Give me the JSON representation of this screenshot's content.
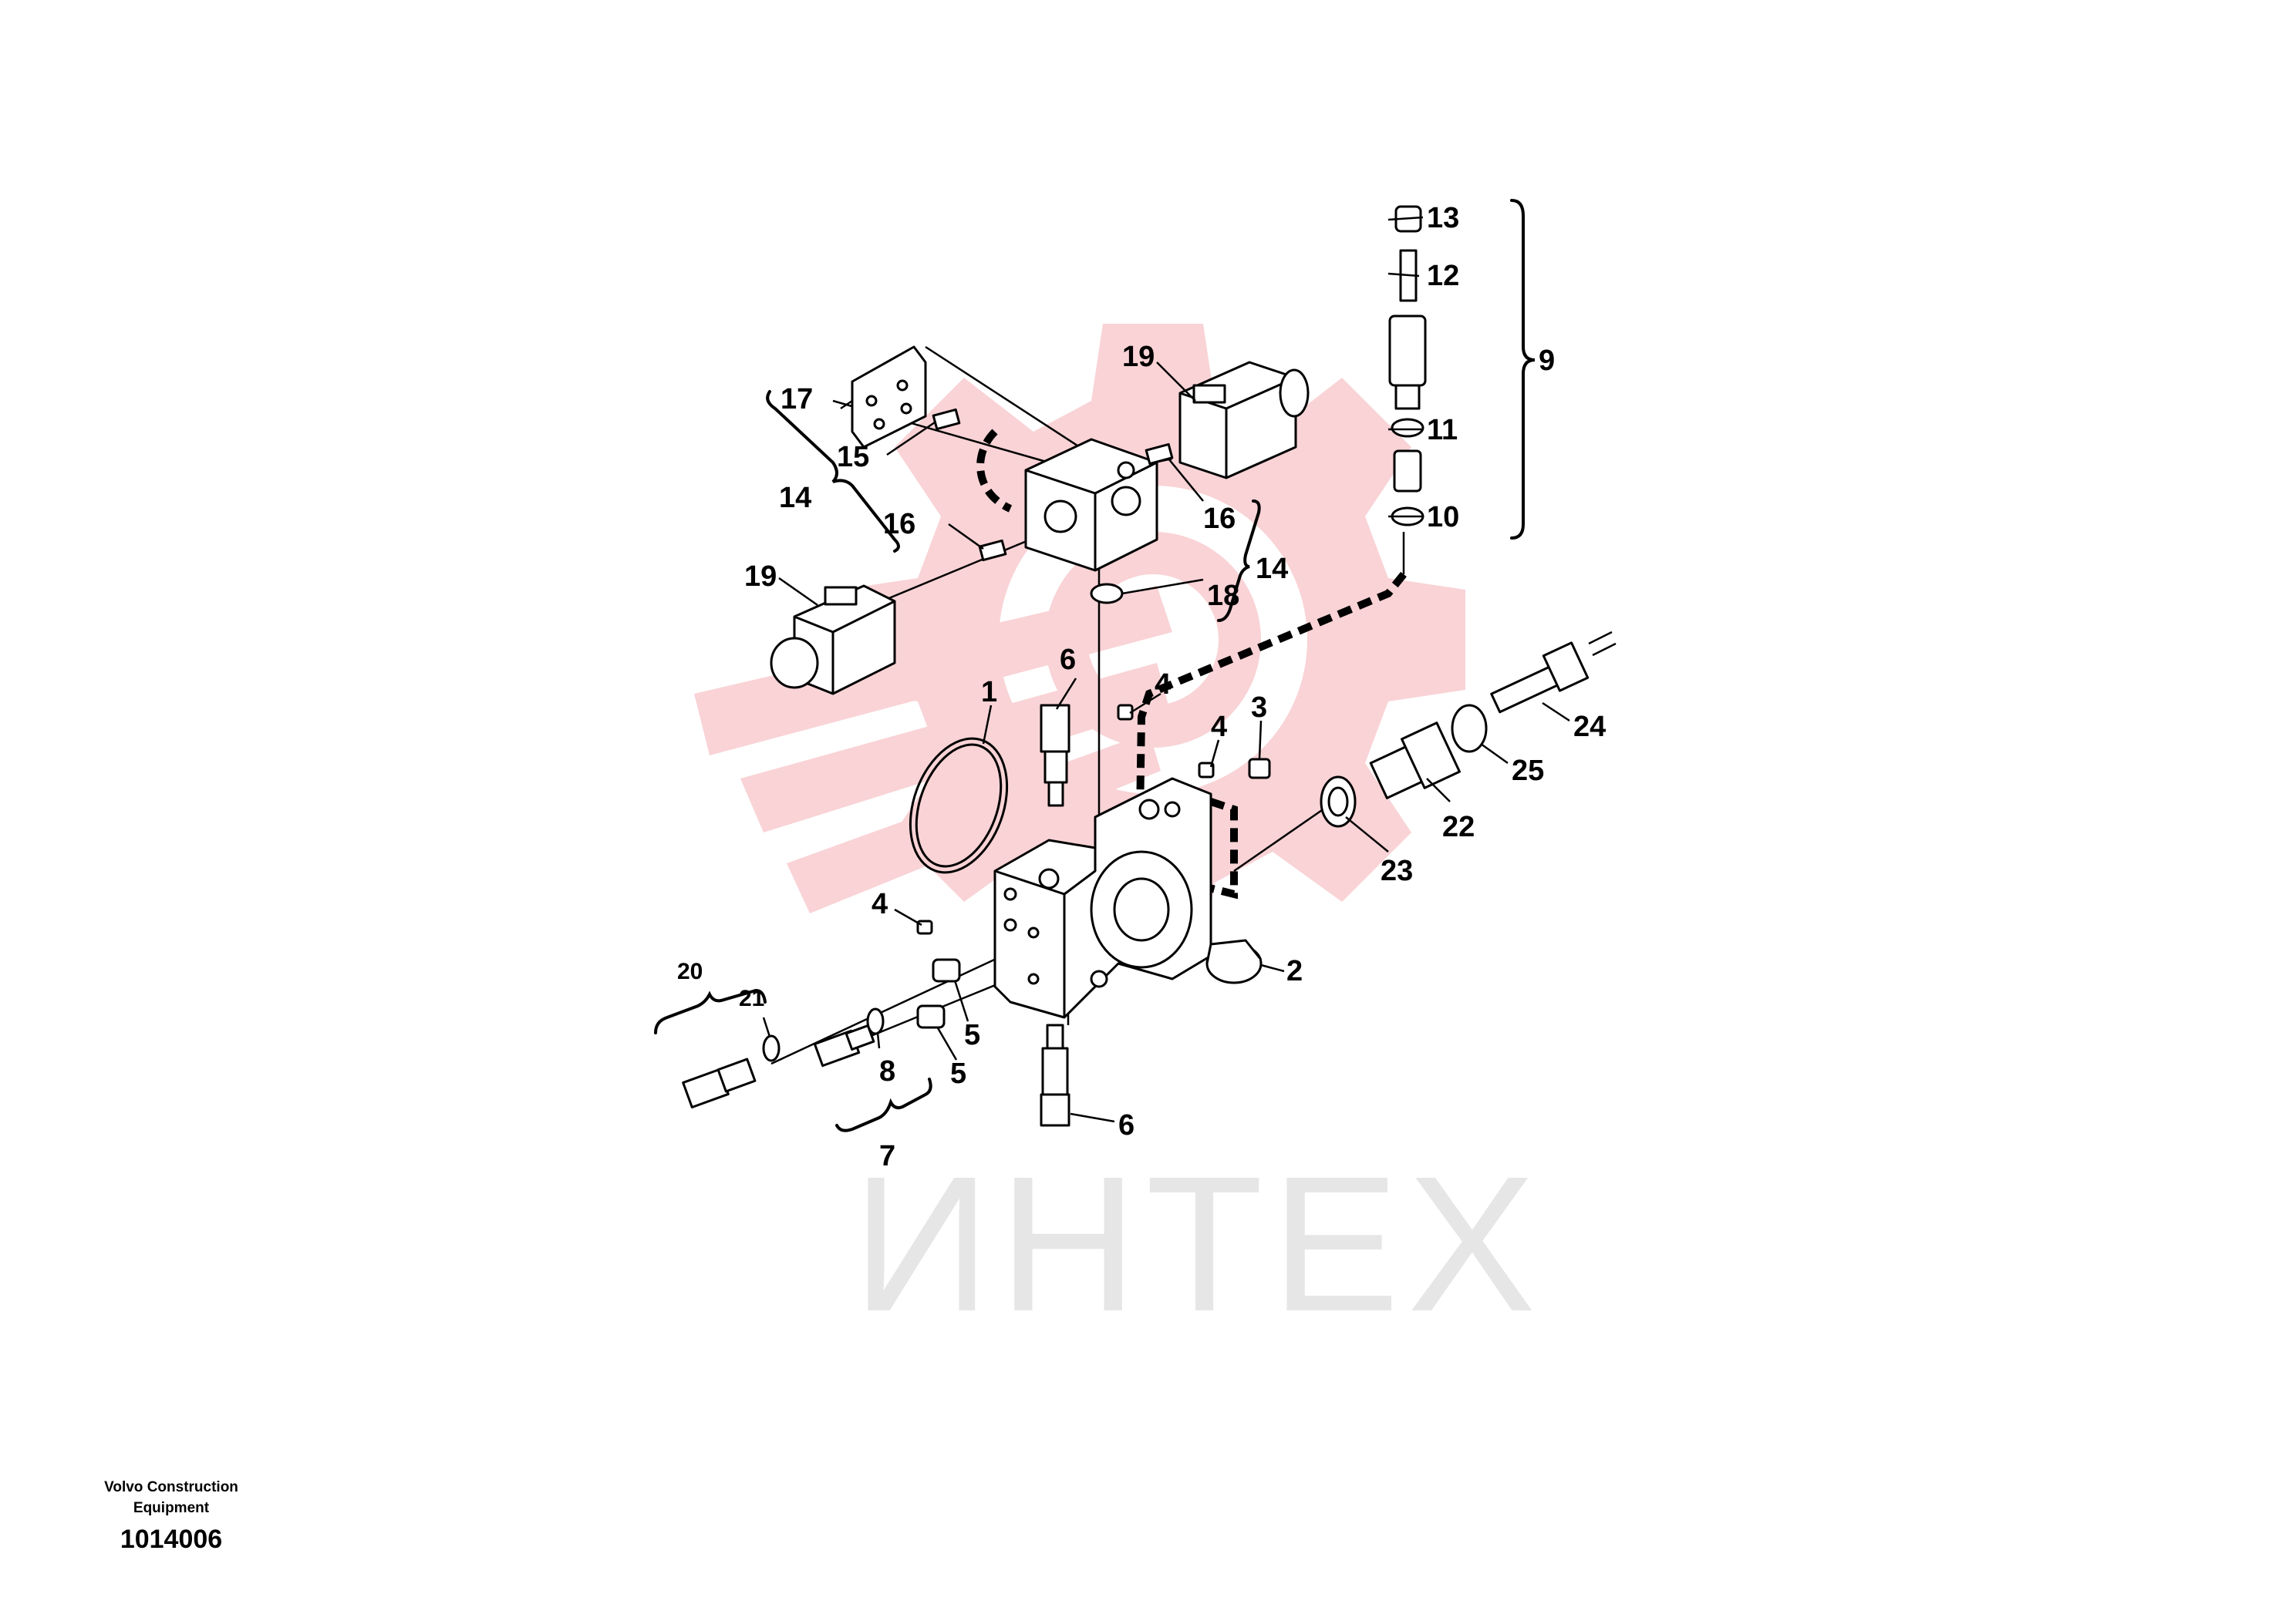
{
  "diagram": {
    "watermark_text": "ИНТЕХ",
    "colors": {
      "watermark_logo": "#f9d3d6",
      "watermark_text": "#e6e6e6",
      "line": "#000000"
    },
    "labels": {
      "p1": "1",
      "p2": "2",
      "p3": "3",
      "p4a": "4",
      "p4b": "4",
      "p4c": "4",
      "p5a": "5",
      "p5b": "5",
      "p6a": "6",
      "p6b": "6",
      "p7": "7",
      "p8": "8",
      "p9": "9",
      "p10": "10",
      "p11": "11",
      "p12": "12",
      "p13": "13",
      "p14a": "14",
      "p14b": "14",
      "p15": "15",
      "p16a": "16",
      "p16b": "16",
      "p17": "17",
      "p18": "18",
      "p19a": "19",
      "p19b": "19",
      "p20": "20",
      "p21": "21",
      "p22": "22",
      "p23": "23",
      "p24": "24",
      "p25": "25"
    }
  },
  "footer": {
    "company_line1": "Volvo Construction",
    "company_line2": "Equipment",
    "drawing_number": "1014006"
  }
}
